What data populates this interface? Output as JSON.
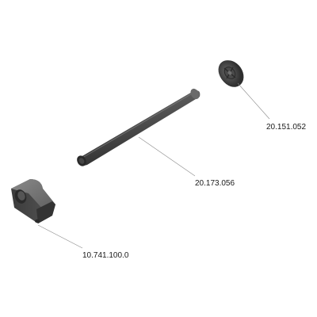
{
  "parts": [
    {
      "id": "washer",
      "part_number": "20.151.052",
      "name": "washer-icon"
    },
    {
      "id": "rod",
      "part_number": "20.173.056",
      "name": "rod-icon"
    },
    {
      "id": "bracket",
      "part_number": "10.741.100.0",
      "name": "bracket-icon"
    }
  ],
  "colors": {
    "part_dark": "#3a3a3a",
    "part_mid": "#555555",
    "part_light": "#7a7a7a",
    "part_highlight": "#9a9a9a",
    "leader": "#8a8a8a",
    "label_text": "#1a1a1a",
    "background": "#ffffff"
  }
}
